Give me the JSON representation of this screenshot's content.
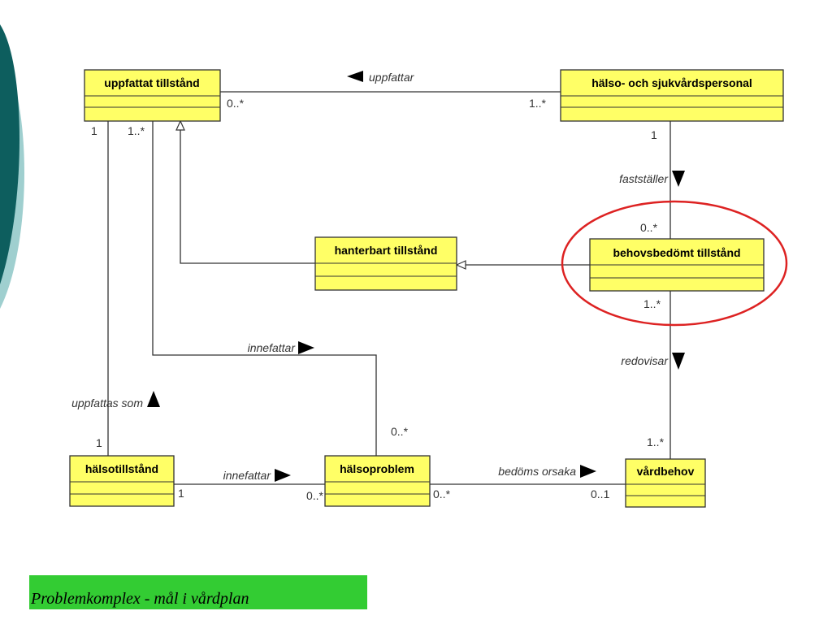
{
  "colors": {
    "class_fill": "#ffff66",
    "class_border": "#333333",
    "highlight": "#dd2222",
    "deco_dark": "#0d5e5e",
    "deco_light": "#9fcfcf",
    "caption_bg": "#33cc33"
  },
  "classes": {
    "uppfattat": "uppfattat tillstånd",
    "personal": "hälso- och sjukvårdspersonal",
    "hanterbart": "hanterbart tillstånd",
    "behovsbedomt": "behovsbedömt tillstånd",
    "halsotillstand": "hälsotillstånd",
    "halsoproblem": "hälsoproblem",
    "vardbehov": "vårdbehov"
  },
  "associations": {
    "uppfattar": "uppfattar",
    "faststaller": "fastställer",
    "redovisar": "redovisar",
    "innefattar_top": "innefattar",
    "innefattar_bottom": "innefattar",
    "uppfattas_som": "uppfattas som",
    "bedoms_orsaka": "bedöms orsaka"
  },
  "multiplicities": {
    "uppfattat_right": "0..*",
    "personal_left": "1..*",
    "uppfattat_bottom_left": "1",
    "uppfattat_bottom_mid": "1..*",
    "personal_bottom": "1",
    "behovsbedomt_top": "0..*",
    "behovsbedomt_bottom": "1..*",
    "halsotillstand_top": "1",
    "halsotillstand_right": "1",
    "halsoproblem_left": "0..*",
    "halsoproblem_top": "0..*",
    "halsoproblem_right": "0..*",
    "vardbehov_left": "0..1",
    "vardbehov_top": "1..*"
  },
  "caption": "Problemkomplex - mål i vårdplan"
}
